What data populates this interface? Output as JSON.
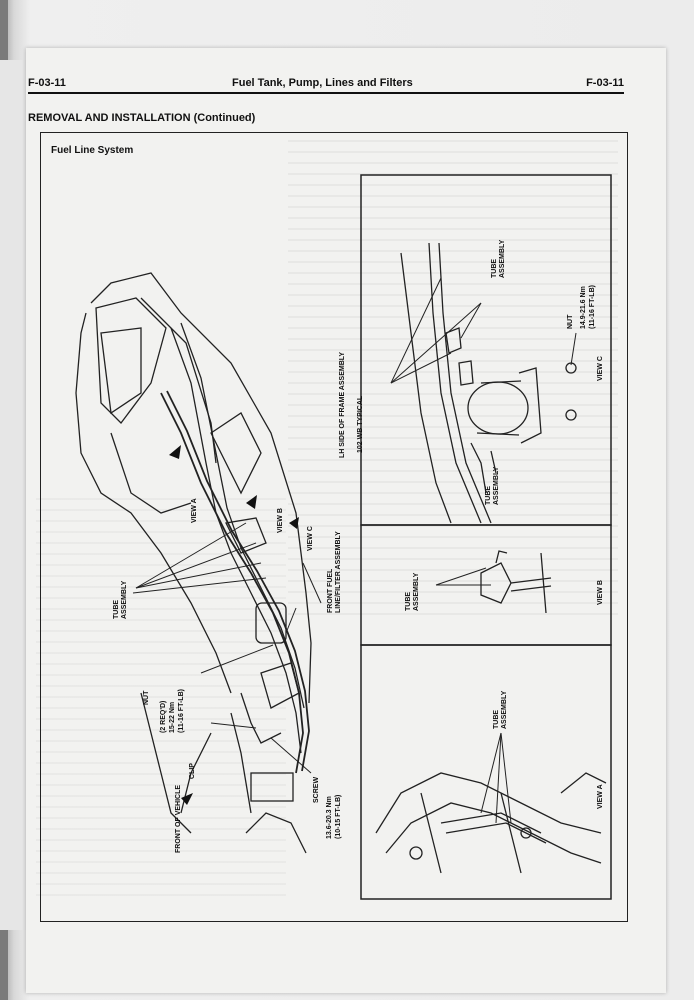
{
  "header": {
    "page_left": "F-03-11",
    "title": "Fuel Tank, Pump, Lines and Filters",
    "page_right": "F-03-11"
  },
  "section": {
    "title": "REMOVAL AND INSTALLATION",
    "continued": "(Continued)"
  },
  "figure": {
    "title": "Fuel Line System",
    "labels": {
      "view_a": "VIEW A",
      "view_b": "VIEW B",
      "view_c": "VIEW C",
      "tube_assembly": "TUBE ASSEMBLY",
      "front_fuel_line": "FRONT FUEL LINE/FILTER ASSEMBLY",
      "lh_side": "LH SIDE OF FRAME ASSEMBLY",
      "wb_typical": "102 WB TYPICAL",
      "nut": "NUT",
      "nut_req": "(2 REQ'D)",
      "nut_torque_nm": "15-22 Nm",
      "nut_torque_ft": "(11-16 FT-LB)",
      "clip": "CLIP",
      "screw": "SCREW",
      "screw_torque_nm": "13.6-20.3 Nm",
      "screw_torque_ft": "(10-15 FT-LB)",
      "front_of_vehicle": "FRONT OF VEHICLE",
      "view_c_torque_nm": "14.9-21.6 Nm",
      "view_c_torque_ft": "(11-16 FT-LB)"
    }
  }
}
